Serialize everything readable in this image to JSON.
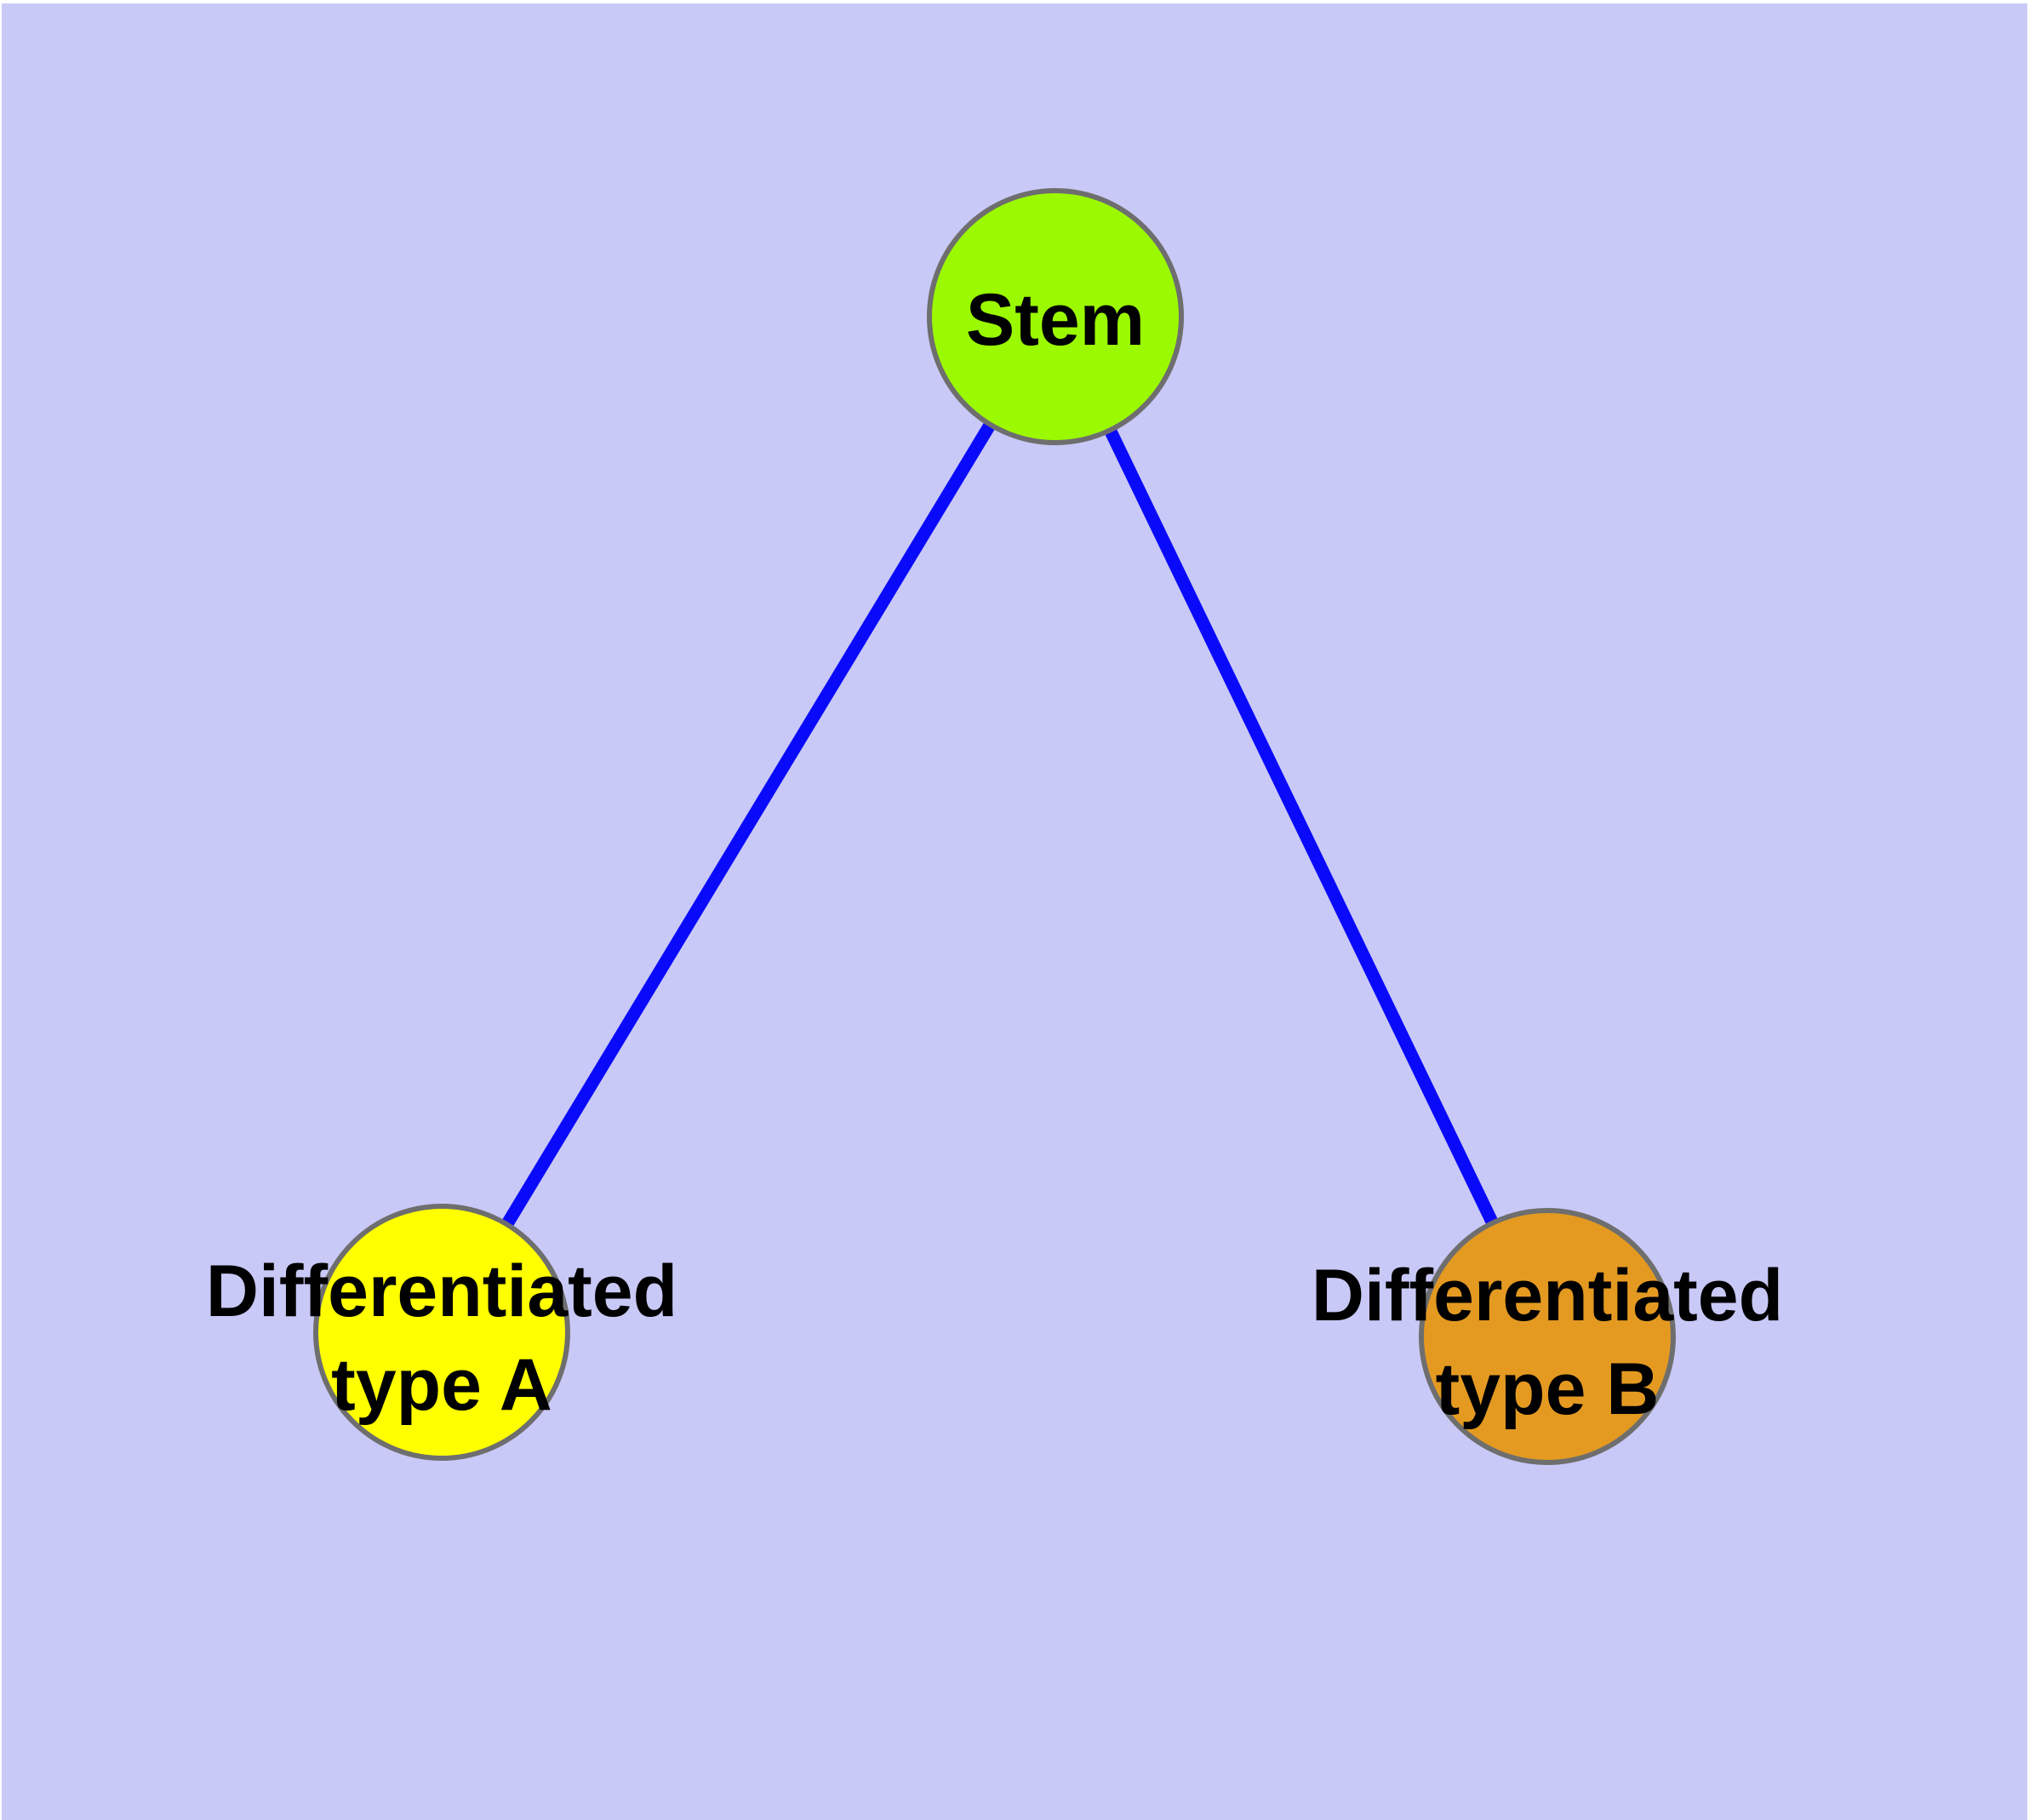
{
  "diagram": {
    "background_color": "#c9c9f7",
    "edge_color": "#0a0afa",
    "node_border_color": "#6e6e6e",
    "label_color": "#000000",
    "nodes": [
      {
        "id": "stem",
        "label": "Stem",
        "fill": "#9bfa02"
      },
      {
        "id": "type-a",
        "label_line1": "Differentiated",
        "label_line2": "type A",
        "fill": "#ffff00"
      },
      {
        "id": "type-b",
        "label_line1": "Differentiated",
        "label_line2": "type B",
        "fill": "#e49a21"
      }
    ],
    "edges": [
      {
        "from": "Stem",
        "to": "Differentiated type A",
        "color": "#0a0afa"
      },
      {
        "from": "Stem",
        "to": "Differentiated type B",
        "color": "#0a0afa"
      }
    ]
  }
}
